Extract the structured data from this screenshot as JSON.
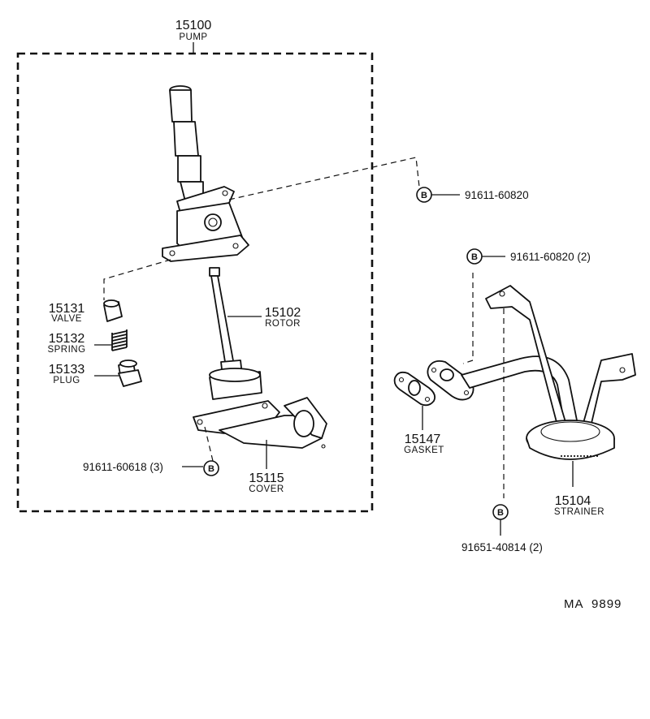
{
  "assembly": {
    "part_no": "15100",
    "name": "PUMP"
  },
  "parts": {
    "rotor": {
      "part_no": "15102",
      "name": "ROTOR"
    },
    "valve": {
      "part_no": "15131",
      "name": "VALVE"
    },
    "spring": {
      "part_no": "15132",
      "name": "SPRING"
    },
    "plug": {
      "part_no": "15133",
      "name": "PLUG"
    },
    "cover": {
      "part_no": "15115",
      "name": "COVER"
    },
    "gasket": {
      "part_no": "15147",
      "name": "GASKET"
    },
    "strainer": {
      "part_no": "15104",
      "name": "STRAINER"
    }
  },
  "bolts": {
    "pump_bolt": {
      "badge": "B",
      "part_no": "91611-60820"
    },
    "strainer_bolt": {
      "badge": "B",
      "part_no": "91611-60820 (2)"
    },
    "cover_bolt": {
      "badge": "B",
      "part_no": "91611-60618 (3)"
    },
    "bottom_bolt": {
      "badge": "B",
      "part_no": "91651-40814 (2)"
    }
  },
  "figure_code": "MA  9899"
}
